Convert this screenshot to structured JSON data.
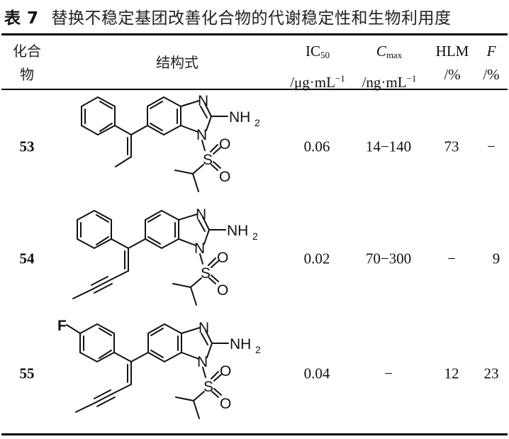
{
  "table": {
    "number": "表 7",
    "title": "替换不稳定基团改善化合物的代谢稳定性和生物利用度",
    "headers": {
      "compound": [
        "化合",
        "物"
      ],
      "structure": "结构式",
      "ic50": {
        "name": "IC",
        "sub": "50",
        "unit": "/μg·mL",
        "unit_sup": "−1"
      },
      "cmax": {
        "name": "C",
        "sub": "max",
        "unit": "/ng·mL",
        "unit_sup": "−1"
      },
      "hlm": {
        "name": "HLM",
        "unit": "/%"
      },
      "f": {
        "name": "F",
        "unit": "/%"
      }
    },
    "rows": [
      {
        "compound": "53",
        "ic50": "0.06",
        "cmax": "14−140",
        "hlm": "73",
        "f": "−",
        "structure": {
          "aryl": "phenyl",
          "substituent": "methyl (propenyl)",
          "labels": [
            "N",
            "NH",
            "2",
            "N",
            "S",
            "O",
            "O"
          ]
        }
      },
      {
        "compound": "54",
        "ic50": "0.02",
        "cmax": "70−300",
        "hlm": "−",
        "f": "9",
        "structure": {
          "aryl": "phenyl",
          "substituent": "propynyl (pent-en-yne)",
          "labels": [
            "N",
            "NH",
            "2",
            "N",
            "S",
            "O",
            "O"
          ]
        }
      },
      {
        "compound": "55",
        "ic50": "0.04",
        "cmax": "−",
        "hlm": "12",
        "f": "23",
        "structure": {
          "aryl": "4-fluorophenyl",
          "substituent": "propynyl (pent-en-yne)",
          "labels": [
            "F",
            "N",
            "NH",
            "2",
            "N",
            "S",
            "O",
            "O"
          ]
        }
      }
    ]
  }
}
